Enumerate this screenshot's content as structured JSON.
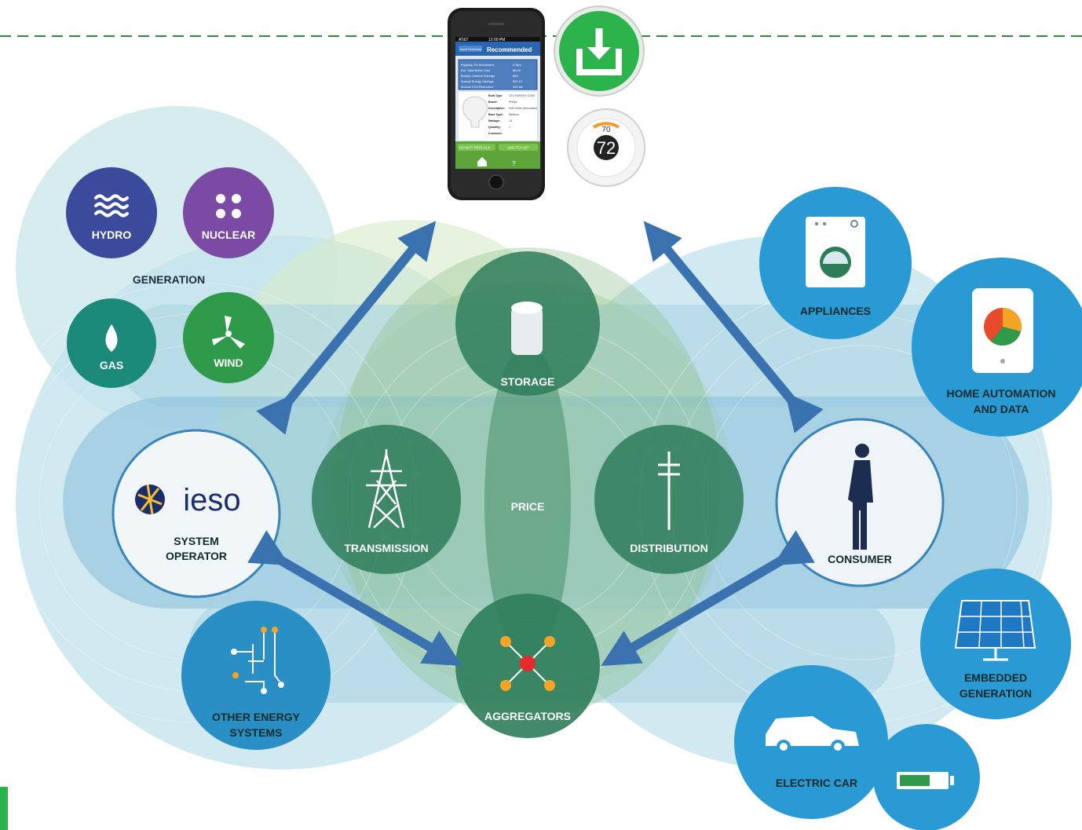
{
  "colors": {
    "dashed_line": "#2e8b3a",
    "arrow": "#3a72b0",
    "download_green": "#29b34a",
    "generation_blue": "#3b4a9a",
    "nuclear_purple": "#7b4aa4",
    "gas_teal": "#1c8a7a",
    "wind_green": "#2e9a4a",
    "consumer_blue": "#2a9ad4",
    "inner_green": "#2e7d5a"
  },
  "generation": {
    "title": "GENERATION",
    "hydro": "HYDRO",
    "nuclear": "NUCLEAR",
    "gas": "GAS",
    "wind": "WIND"
  },
  "center": {
    "storage": "STORAGE",
    "price": "PRICE",
    "transmission": "TRANSMISSION",
    "distribution": "DISTRIBUTION",
    "aggregators": "AGGREGATORS"
  },
  "system_operator": {
    "logo_text": "ieso",
    "line1": "SYSTEM",
    "line2": "OPERATOR"
  },
  "consumer": {
    "label": "CONSUMER"
  },
  "right_side": {
    "appliances": "APPLIANCES",
    "home_automation_1": "HOME AUTOMATION",
    "home_automation_2": "AND DATA",
    "embedded_1": "EMBEDDED",
    "embedded_2": "GENERATION",
    "electric_car": "ELECTRIC CAR"
  },
  "other_energy": {
    "line1": "OTHER ENERGY",
    "line2": "SYSTEMS"
  },
  "phone": {
    "carrier": "AT&T",
    "time": "12:00 PM",
    "tab_left": "Input Summary",
    "title": "Recommended",
    "summary_rows": [
      "Payback On Investment",
      "Est. Total Bulbs Cost",
      "Bulb(s) Lifetime Savings",
      "Annual Energy Savings",
      "Annual CO2 Reduction"
    ],
    "summary_values": [
      "0.3yrs",
      "$6.00",
      "$45",
      "$12.21",
      "100 lbs"
    ],
    "detail_labels": [
      "Bulb Type:",
      "Brand:",
      "Description:",
      "Base Type:",
      "Wattage:",
      "Quantity:",
      "Comment:"
    ],
    "detail_values": [
      "CFL ENERGY STAR",
      "Philips",
      "Soft White (Dimmable)",
      "Medium",
      "14",
      "1",
      ""
    ],
    "btn_left": "DO NOT REPLACE",
    "btn_right": "ADD TO LIST"
  },
  "thermostat": {
    "setpoint": "70",
    "current": "72"
  }
}
